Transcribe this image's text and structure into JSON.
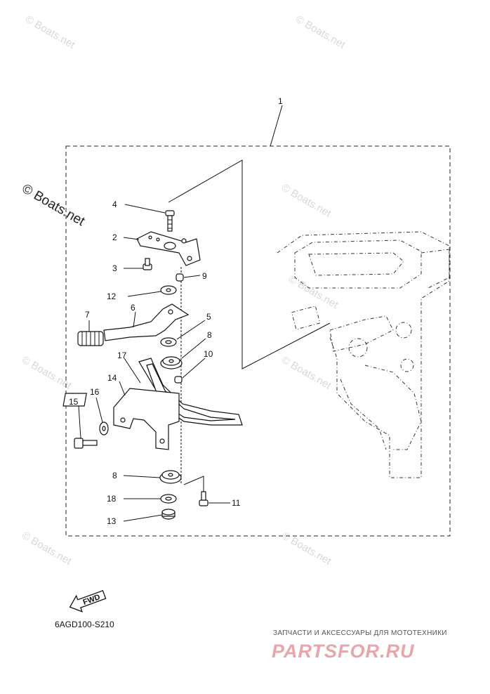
{
  "watermarks": [
    "© Boats.net",
    "© Boats.net",
    "© Boats.net",
    "© Boats.net",
    "© Boats.net",
    "© Boats.net",
    "© Boats.net",
    "© Boats.net"
  ],
  "main_watermark": "© Boats.net",
  "assembly_label": "1",
  "callouts": {
    "p2": "2",
    "p3": "3",
    "p4": "4",
    "p5": "5",
    "p6": "6",
    "p7": "7",
    "p8a": "8",
    "p8b": "8",
    "p9": "9",
    "p10": "10",
    "p11": "11",
    "p12": "12",
    "p13": "13",
    "p14": "14",
    "p15": "15",
    "p16": "16",
    "p17": "17",
    "p18": "18"
  },
  "fwd_label": "FWD",
  "diagram_code": "6AGD100-S210",
  "shop": {
    "subtitle": "ЗАПЧАСТИ И АКСЕССУАРЫ ДЛЯ МОТОТЕХНИКИ",
    "name": "PARTSFOR.RU"
  }
}
